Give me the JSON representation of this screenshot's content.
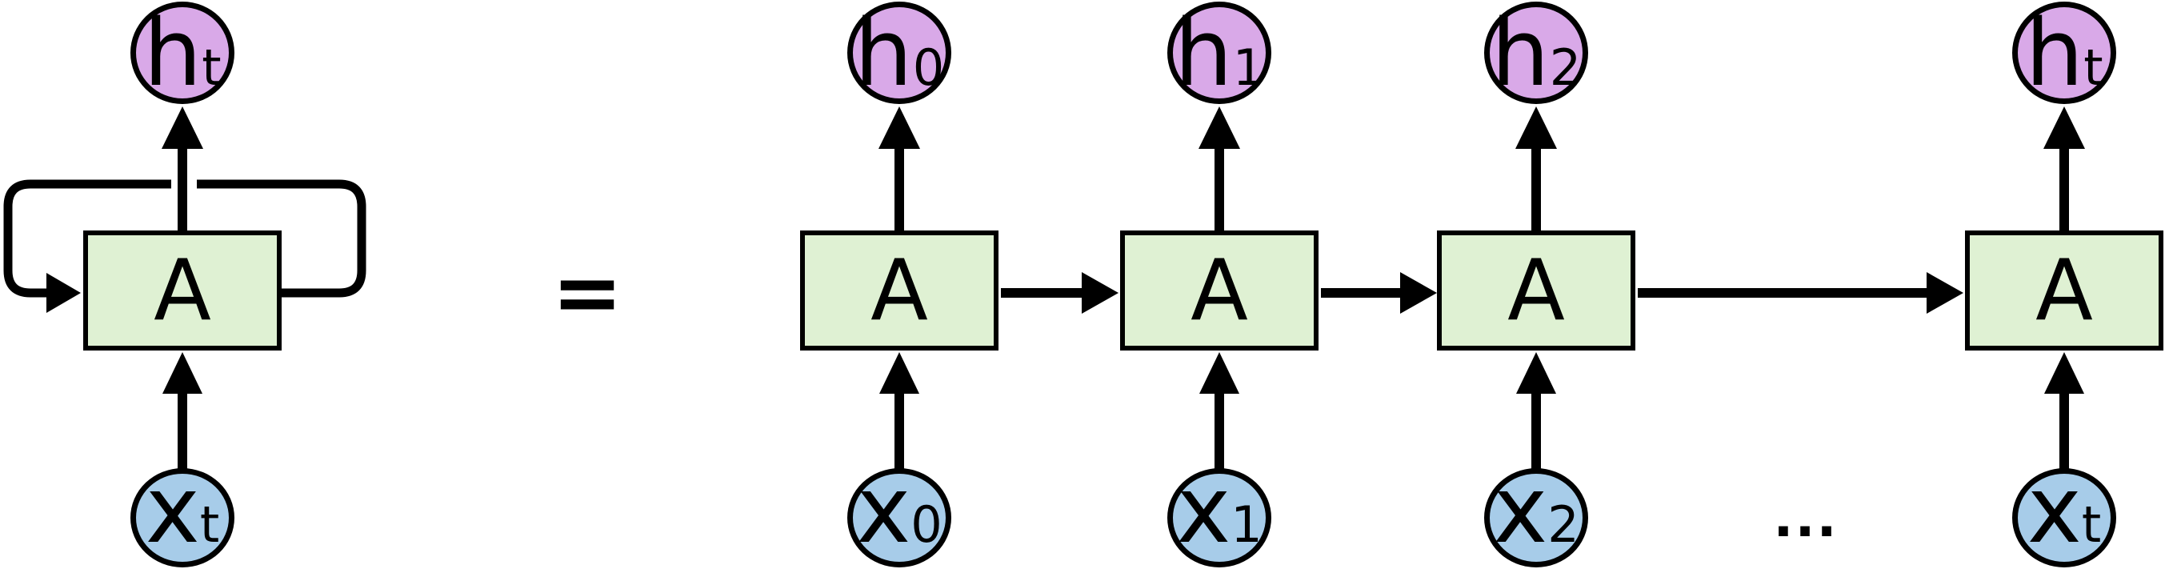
{
  "diagram": {
    "type": "rnn-rolled-vs-unrolled",
    "equals_sign": "=",
    "ellipsis": "...",
    "colors": {
      "hidden_fill": "#d9a9e8",
      "input_fill": "#a7cce9",
      "cell_fill": "#dff1d3",
      "stroke": "#000000"
    },
    "rolled": {
      "output_main": "h",
      "output_sub": "t",
      "cell_label": "A",
      "input_main": "x",
      "input_sub": "t"
    },
    "unrolled": [
      {
        "output_main": "h",
        "output_sub": "0",
        "cell_label": "A",
        "input_main": "x",
        "input_sub": "0"
      },
      {
        "output_main": "h",
        "output_sub": "1",
        "cell_label": "A",
        "input_main": "x",
        "input_sub": "1"
      },
      {
        "output_main": "h",
        "output_sub": "2",
        "cell_label": "A",
        "input_main": "x",
        "input_sub": "2"
      },
      {
        "output_main": "h",
        "output_sub": "t",
        "cell_label": "A",
        "input_main": "x",
        "input_sub": "t"
      }
    ]
  }
}
